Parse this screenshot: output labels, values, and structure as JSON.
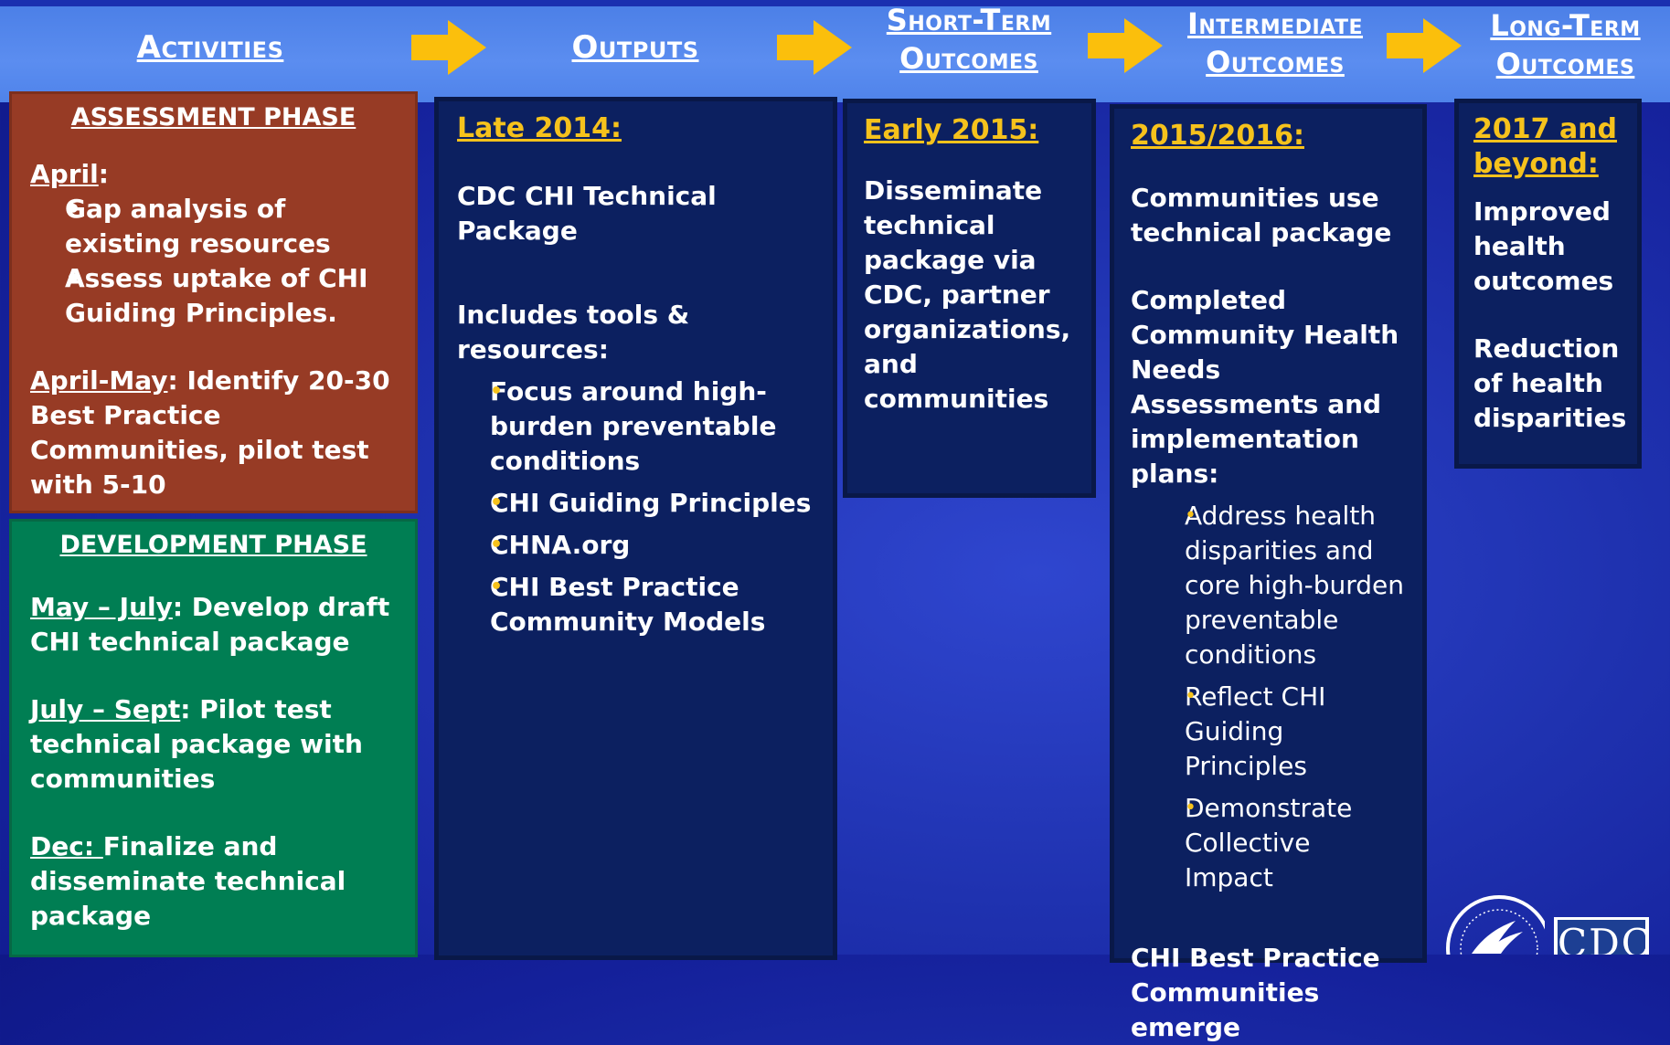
{
  "headers": {
    "activities": "Activities",
    "outputs": "Outputs",
    "short_term_1": "Short-Term",
    "short_term_2": "Outcomes",
    "intermediate_1": "Intermediate",
    "intermediate_2": "Outcomes",
    "long_term_1": "Long-Term",
    "long_term_2": "Outcomes"
  },
  "assessment": {
    "title": "ASSESSMENT PHASE",
    "april_label": "April",
    "april_colon": ":",
    "bullets": [
      "Gap analysis of existing resources",
      "Assess uptake of CHI Guiding Principles."
    ],
    "april_may_label": "April-May",
    "april_may_text": ": Identify 20-30 Best Practice Communities, pilot test with 5-10"
  },
  "development": {
    "title": "DEVELOPMENT PHASE",
    "items": [
      {
        "label": "May – July",
        "text": ": Develop draft CHI  technical package"
      },
      {
        "label": "July – Sept",
        "text": ": Pilot  test technical package with communities"
      },
      {
        "label": "Dec: ",
        "text": "Finalize and disseminate  technical package"
      }
    ]
  },
  "outputs": {
    "date": "Late 2014:",
    "package": "CDC CHI Technical Package",
    "includes": "Includes tools & resources:",
    "bullets": [
      "Focus around  high-burden preventable conditions",
      "CHI Guiding Principles",
      "CHNA.org",
      "CHI Best Practice Community Models"
    ]
  },
  "short_term": {
    "date": "Early 2015:",
    "text": "Disseminate technical package via CDC, partner organizations, and communities"
  },
  "intermediate": {
    "date": "2015/2016:",
    "use": "Communities use technical package",
    "completed": "Completed Community Health Needs Assessments and implementation plans:",
    "bullets": [
      "Address health disparities and core high-burden preventable conditions",
      "Reflect CHI Guiding Principles",
      "Demonstrate Collective Impact"
    ],
    "emerge": "CHI Best Practice Communities emerge"
  },
  "long_term": {
    "date": "2017 and beyond:",
    "improved": "Improved health outcomes",
    "reduction": "Reduction of health disparities"
  },
  "logo": {
    "cdc": "CDC"
  },
  "colors": {
    "header": "#5b8df0",
    "arrow": "#fbbf0c",
    "brown": "#973b25",
    "green": "#007e53",
    "navy": "#0c2060",
    "date_yellow": "#f6c21c"
  }
}
